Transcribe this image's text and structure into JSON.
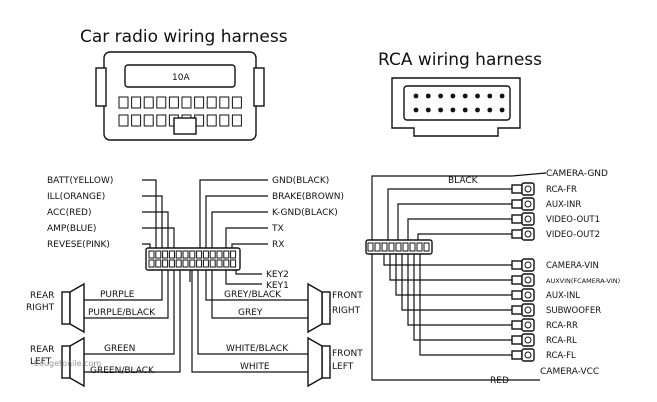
{
  "titles": {
    "car_radio": "Car radio wiring harness",
    "rca": "RCA wiring harness"
  },
  "connector": {
    "fuse": "10A"
  },
  "left_inputs": [
    "BATT(YELLOW)",
    "ILL(ORANGE)",
    "ACC(RED)",
    "AMP(BLUE)",
    "REVESE(PINK)"
  ],
  "right_inputs": [
    "GND(BLACK)",
    "BRAKE(BROWN)",
    "K-GND(BLACK)",
    "TX",
    "RX"
  ],
  "keys": [
    "KEY2",
    "KEY1"
  ],
  "speakers": {
    "rear_right": {
      "line1": "REAR",
      "line2": "RIGHT",
      "wire1": "PURPLE",
      "wire2": "PURPLE/BLACK"
    },
    "rear_left": {
      "line1": "REAR",
      "line2": "LEFT",
      "wire1": "GREEN",
      "wire2": "GREEN/BLACK"
    },
    "front_right": {
      "line1": "FRONT",
      "line2": "RIGHT",
      "wire1": "GREY/BLACK",
      "wire2": "GREY"
    },
    "front_left": {
      "line1": "FRONT",
      "line2": "LEFT",
      "wire1": "WHITE/BLACK",
      "wire2": "WHITE"
    }
  },
  "rca": {
    "black": "BLACK",
    "red": "RED",
    "camera_gnd": "CAMERA-GND",
    "camera_vcc": "CAMERA-VCC",
    "ports": [
      "RCA-FR",
      "AUX-INR",
      "VIDEO-OUT1",
      "VIDEO-OUT2",
      "CAMERA-VIN",
      "AUXVIN(FCAMERA-VIN)",
      "AUX-INL",
      "SUBWOOFER",
      "RCA-RR",
      "RCA-RL",
      "RCA-FL"
    ]
  },
  "watermark": "bougetonile.com"
}
